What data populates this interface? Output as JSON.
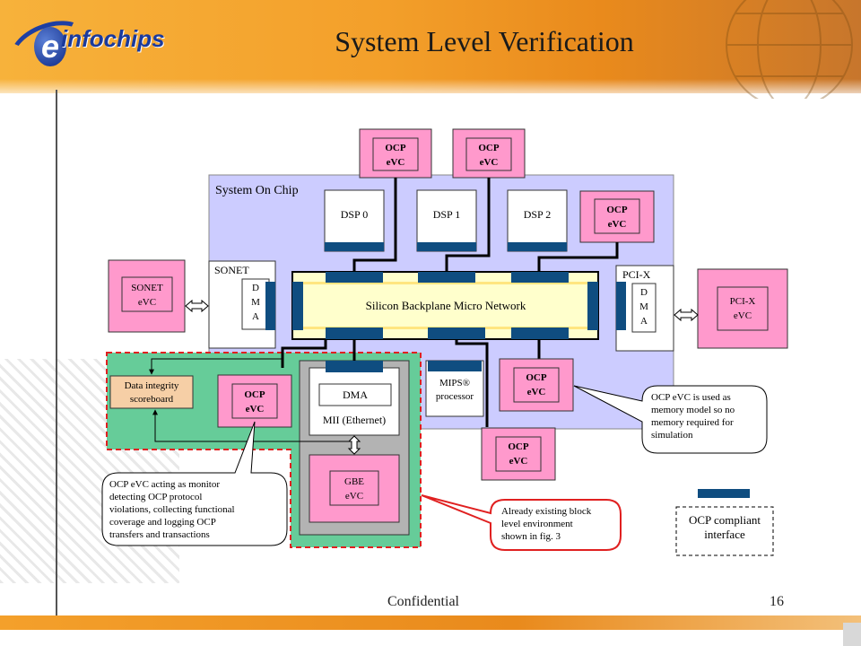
{
  "slide": {
    "title": "System Level Verification",
    "logo_text": "infochips",
    "logo_letter": "e",
    "footer_left": "Confidential",
    "page_number": "16"
  },
  "diagram": {
    "soc_label": "System On Chip",
    "ocp_evc_line1": "OCP",
    "ocp_evc_line2": "eVC",
    "dsp_labels": [
      "DSP 0",
      "DSP 1",
      "DSP 2"
    ],
    "backplane_label": "Silicon Backplane Micro Network",
    "sonet_label": "SONET",
    "sonet_evc_line1": "SONET",
    "sonet_evc_line2": "eVC",
    "pcix_label": "PCI-X",
    "pcix_evc_line1": "PCI-X",
    "pcix_evc_line2": "eVC",
    "dma_vertical": [
      "D",
      "M",
      "A"
    ],
    "dma_label": "DMA",
    "mii_label": "MII (Ethernet)",
    "mips_line1": "MIPS®",
    "mips_line2": "processor",
    "gbe_line1": "GBE",
    "gbe_line2": "eVC",
    "scoreboard_line1": "Data integrity",
    "scoreboard_line2": "scoreboard",
    "callout_monitor": [
      "OCP eVC acting as monitor",
      "detecting OCP protocol",
      "violations, collecting functional",
      "coverage and logging OCP",
      "transfers and transactions"
    ],
    "callout_memory": [
      "OCP eVC is used as",
      "memory model so no",
      "memory required for",
      "simulation"
    ],
    "callout_existing": [
      "Already existing block",
      "level environment",
      "shown in fig. 3"
    ],
    "legend_line1": "OCP compliant",
    "legend_line2": "interface"
  },
  "colors": {
    "soc_fill": "#ccccff",
    "evc_fill": "#ff99cc",
    "green_fill": "#66cc99",
    "grey_fill": "#b3b3b3",
    "backplane_fill": "#ffffcc",
    "interface_fill": "#0f4d80",
    "scoreboard_fill": "#f6cfa6",
    "red_outline": "#e02020"
  }
}
